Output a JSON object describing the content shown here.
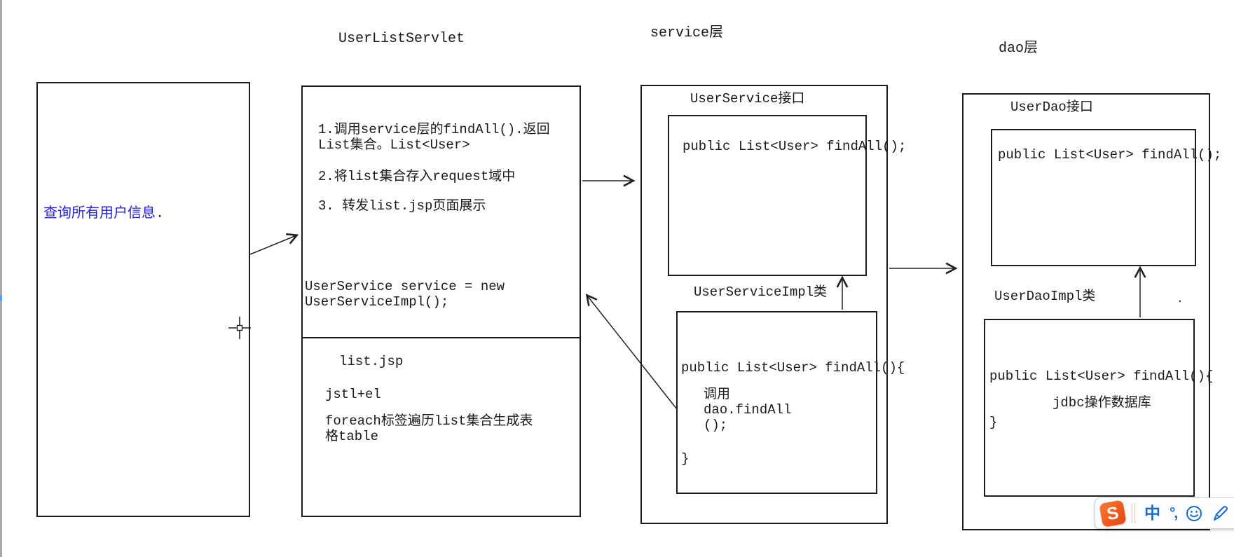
{
  "layers": {
    "servlet_label": "UserListServlet",
    "service_label": "service层",
    "dao_label": "dao层"
  },
  "request_box": {
    "text": "查询所有用户信息."
  },
  "servlet_box": {
    "step1": "1.调用service层的findAll().返回\nList集合。List<User>",
    "step2": "2.将list集合存入request域中",
    "step3": "3. 转发list.jsp页面展示",
    "code": "UserService service = new\nUserServiceImpl();",
    "jsp_name": "list.jsp",
    "jsp_tech": "jstl+el",
    "jsp_note": "foreach标签遍历list集合生成表\n格table"
  },
  "service_layer": {
    "interface_title": "UserService接口",
    "interface_method": "public List<User> findAll();",
    "impl_title": "UserServiceImpl类",
    "impl_line1": "public List<User> findAll(){",
    "impl_body": "调用\ndao.findAll\n();",
    "impl_close": "}"
  },
  "dao_layer": {
    "interface_title": "UserDao接口",
    "interface_method": "public List<User> findAll();",
    "impl_title": "UserDaoImpl类",
    "impl_line1": "public List<User> findAll(){",
    "impl_body": "jdbc操作数据库",
    "impl_close": "}",
    "stray_dot": "."
  },
  "ime_toolbar": {
    "logo_letter": "S",
    "input_mode": "中",
    "punctuation_icon": "°,"
  },
  "colors": {
    "annotation_blue": "#2323dd",
    "line_black": "#1c1c1c",
    "sogou_orange": "#ef5a1e",
    "ime_icon_blue": "#1b6ac9"
  }
}
